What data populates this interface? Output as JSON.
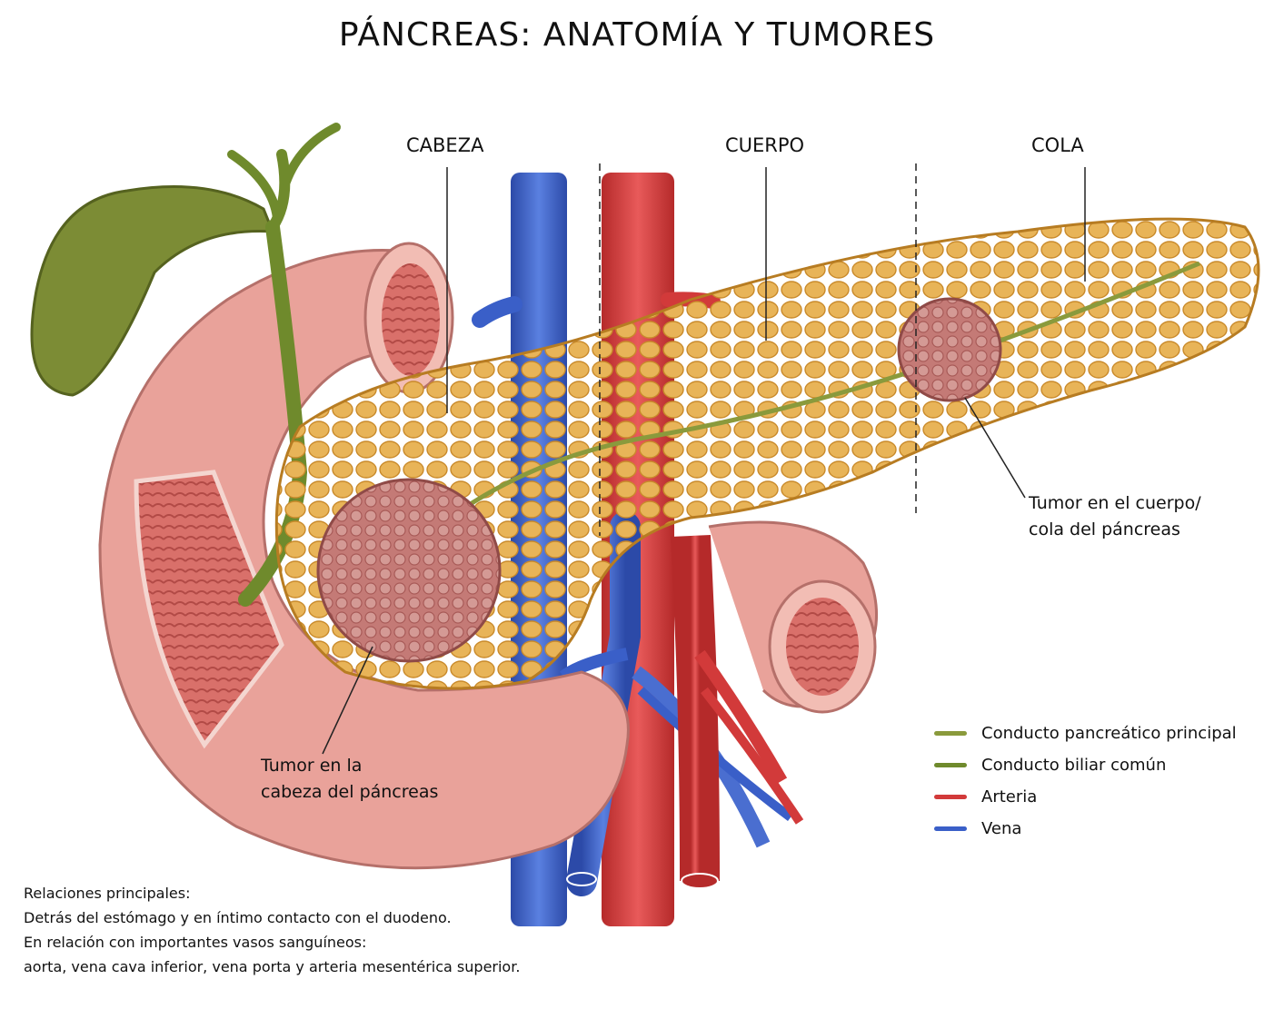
{
  "title": "PÁNCREAS: ANATOMÍA Y TUMORES",
  "regions": {
    "head": "CABEZA",
    "body": "CUERPO",
    "tail": "COLA"
  },
  "annotations": {
    "head_tumor": [
      "Tumor en la",
      "cabeza del páncreas"
    ],
    "body_tail_tumor": [
      "Tumor en el cuerpo/",
      "cola del páncreas"
    ]
  },
  "legend": [
    {
      "label": "Conducto pancreático principal",
      "color": "#8a9a3c"
    },
    {
      "label": "Conducto biliar común",
      "color": "#6f8a2c"
    },
    {
      "label": "Arteria",
      "color": "#d23a3a"
    },
    {
      "label": "Vena",
      "color": "#3a5fc8"
    }
  ],
  "notes": {
    "heading": "Relaciones principales:",
    "lines": [
      "Detrás del estómago y en íntimo contacto con el duodeno.",
      "En relación con importantes vasos sanguíneos:",
      "aorta, vena cava inferior, vena porta y arteria mesentérica superior."
    ]
  },
  "colors": {
    "pancreas": "#e2a847",
    "pancreas_lobule": "#c98a2a",
    "duodenum": "#e9a29a",
    "duodenum_inner": "#c9605a",
    "gallbladder": "#7c8c35",
    "tumor": "#c47a76",
    "artery": "#d23a3a",
    "vein": "#3a5fc8"
  }
}
